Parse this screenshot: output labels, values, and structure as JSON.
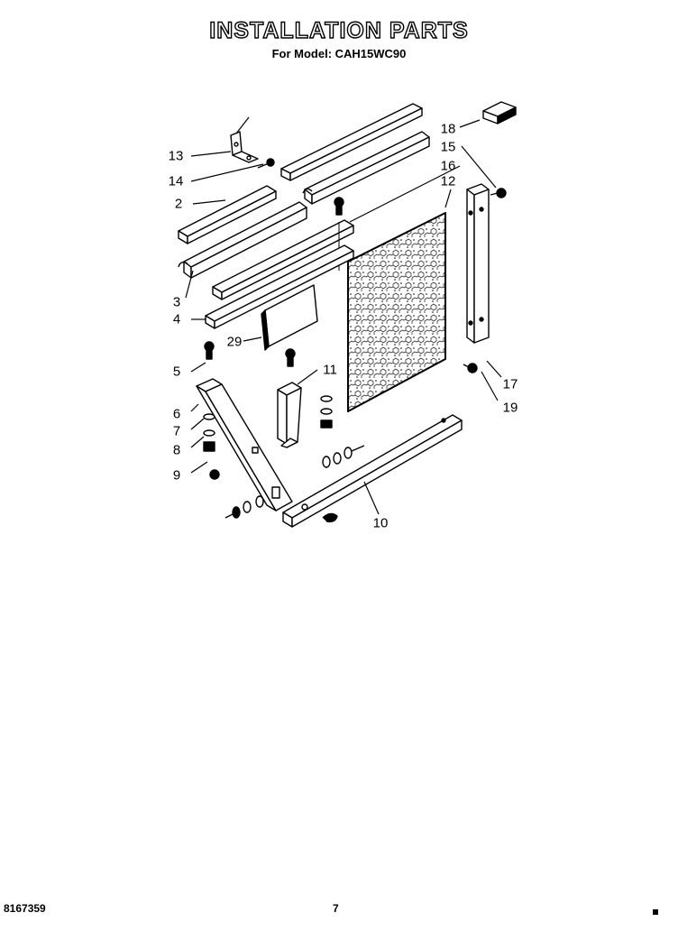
{
  "title": "INSTALLATION PARTS",
  "subtitle": "For Model: CAH15WC90",
  "callouts": {
    "c13": "13",
    "c14": "14",
    "c2": "2",
    "c3": "3",
    "c4": "4",
    "c29": "29",
    "c5": "5",
    "c6": "6",
    "c7": "7",
    "c8": "8",
    "c9": "9",
    "c11": "11",
    "c18": "18",
    "c15": "15",
    "c16": "16",
    "c12": "12",
    "c17": "17",
    "c19": "19",
    "c10": "10"
  },
  "footer": {
    "doc_number": "8167359",
    "page_number": "7"
  }
}
